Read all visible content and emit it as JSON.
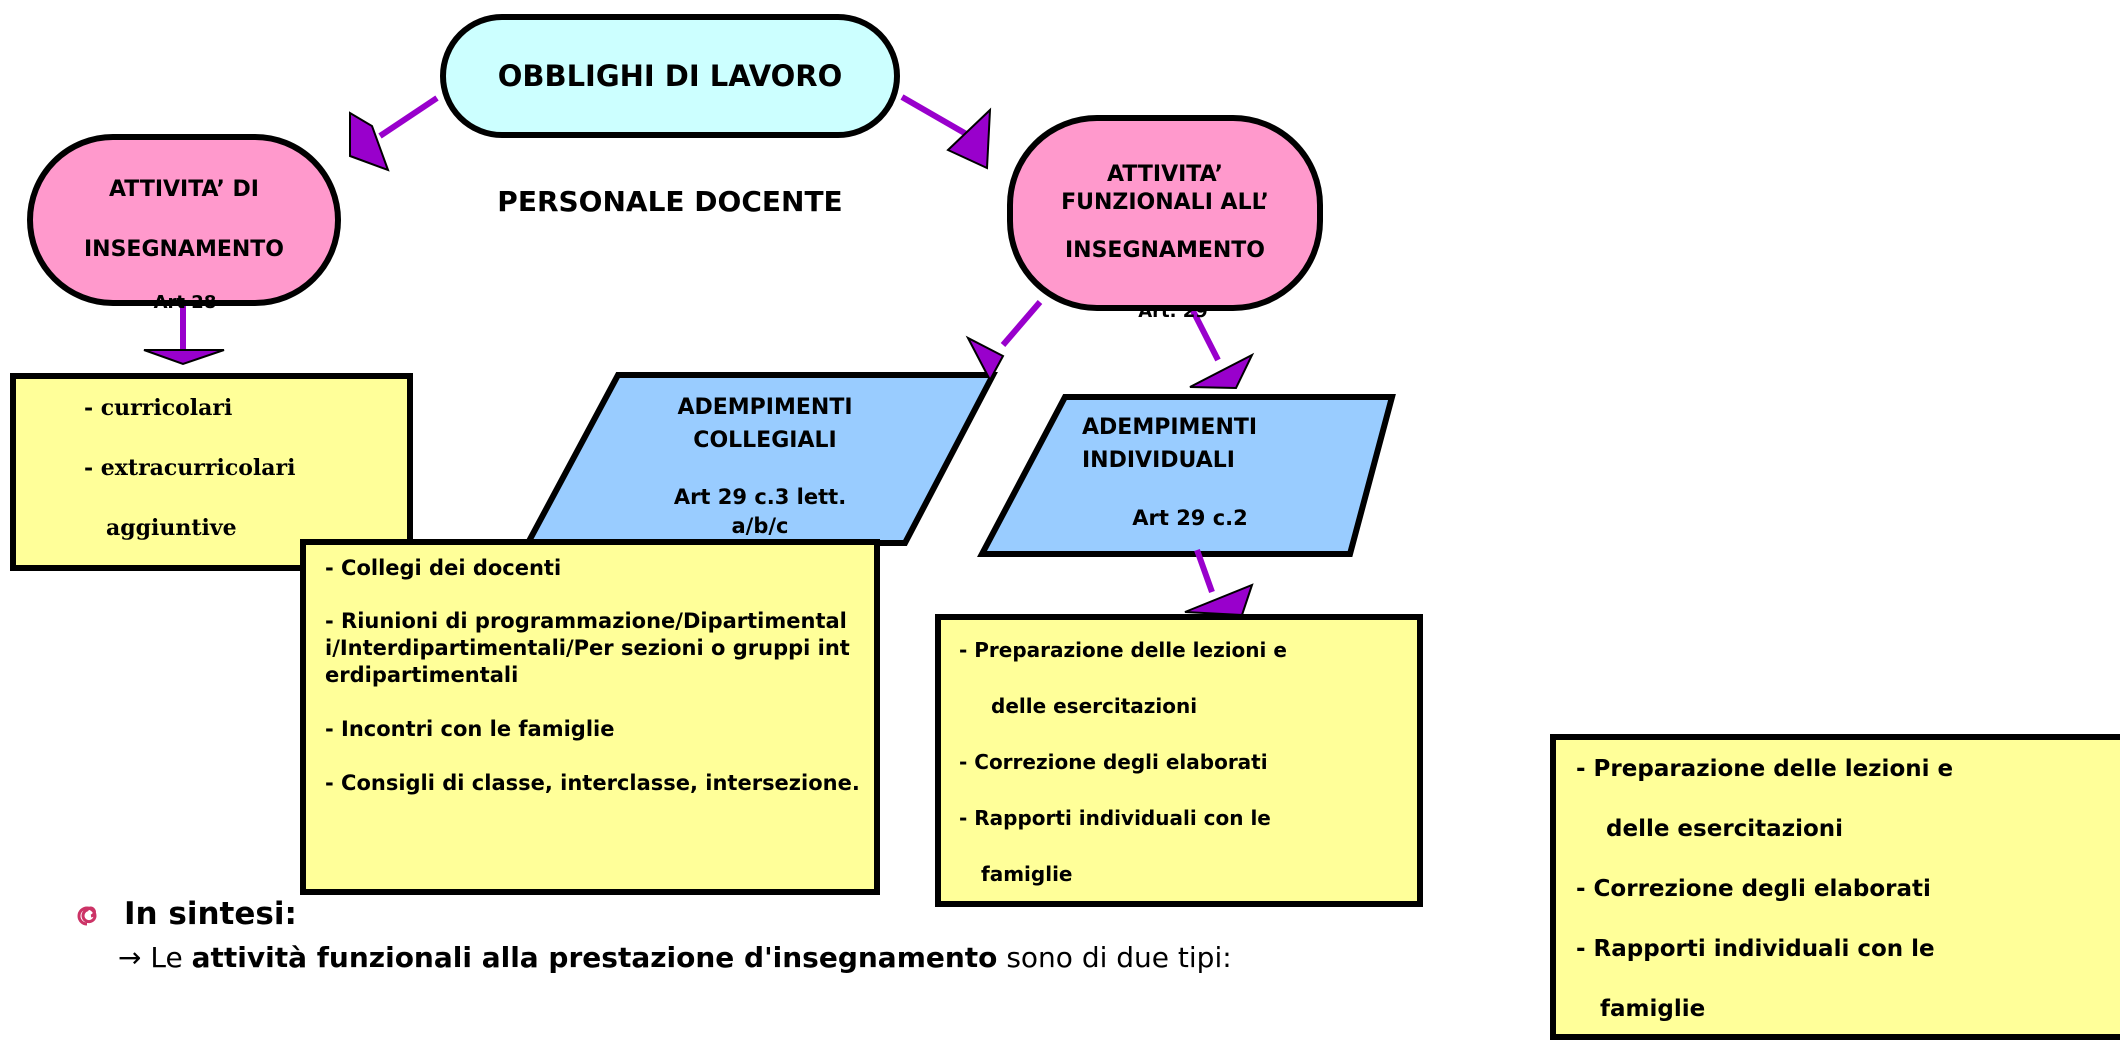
{
  "title": "OBBLIGHI DI LAVORO",
  "subtitle": "PERSONALE DOCENTE",
  "colors": {
    "pink": "#ff99cc",
    "cyan": "#ccffff",
    "blue": "#99ccff",
    "yellow": "#ffff99",
    "arrow": "#9900cc",
    "bullet_icon": "#cc3366"
  },
  "teaching": {
    "line1": "ATTIVITA’ DI",
    "line2": "INSEGNAMENTO",
    "art": "Art 28",
    "items": [
      "- curricolari",
      "- extracurricolari",
      "aggiuntive"
    ]
  },
  "functional": {
    "line1": "ATTIVITA’",
    "line2": "FUNZIONALI ALL’",
    "line3": "INSEGNAMENTO",
    "art": "Art. 29"
  },
  "collegial": {
    "line1": "ADEMPIMENTI",
    "line2": "COLLEGIALI",
    "art_line1": "Art 29 c.3 lett.",
    "art_line2": "a/b/c",
    "items": [
      "- Collegi dei docenti",
      "- Riunioni di programmazione/Dipartimentali/Interdipartimentali/Per sezioni o gruppi interdipartimentali",
      "- Incontri con le famiglie",
      "- Consigli di classe, interclasse, intersezione."
    ]
  },
  "individual": {
    "line1": "ADEMPIMENTI",
    "line2": "INDIVIDUALI",
    "art": "Art 29 c.2",
    "items": [
      "- Preparazione delle lezioni e",
      "delle esercitazioni",
      "- Correzione degli elaborati",
      "- Rapporti individuali con le",
      "famiglie"
    ]
  },
  "summary": {
    "heading": "In sintesi:",
    "arrow": "→",
    "text_pre": "Le ",
    "text_bold": "attività funzionali alla prestazione d'insegnamento",
    "text_post": " sono di due tipi:"
  },
  "side_box": {
    "items": [
      "- Preparazione delle lezioni e",
      "delle esercitazioni",
      "- Correzione degli elaborati",
      "- Rapporti individuali con le",
      "famiglie"
    ]
  }
}
